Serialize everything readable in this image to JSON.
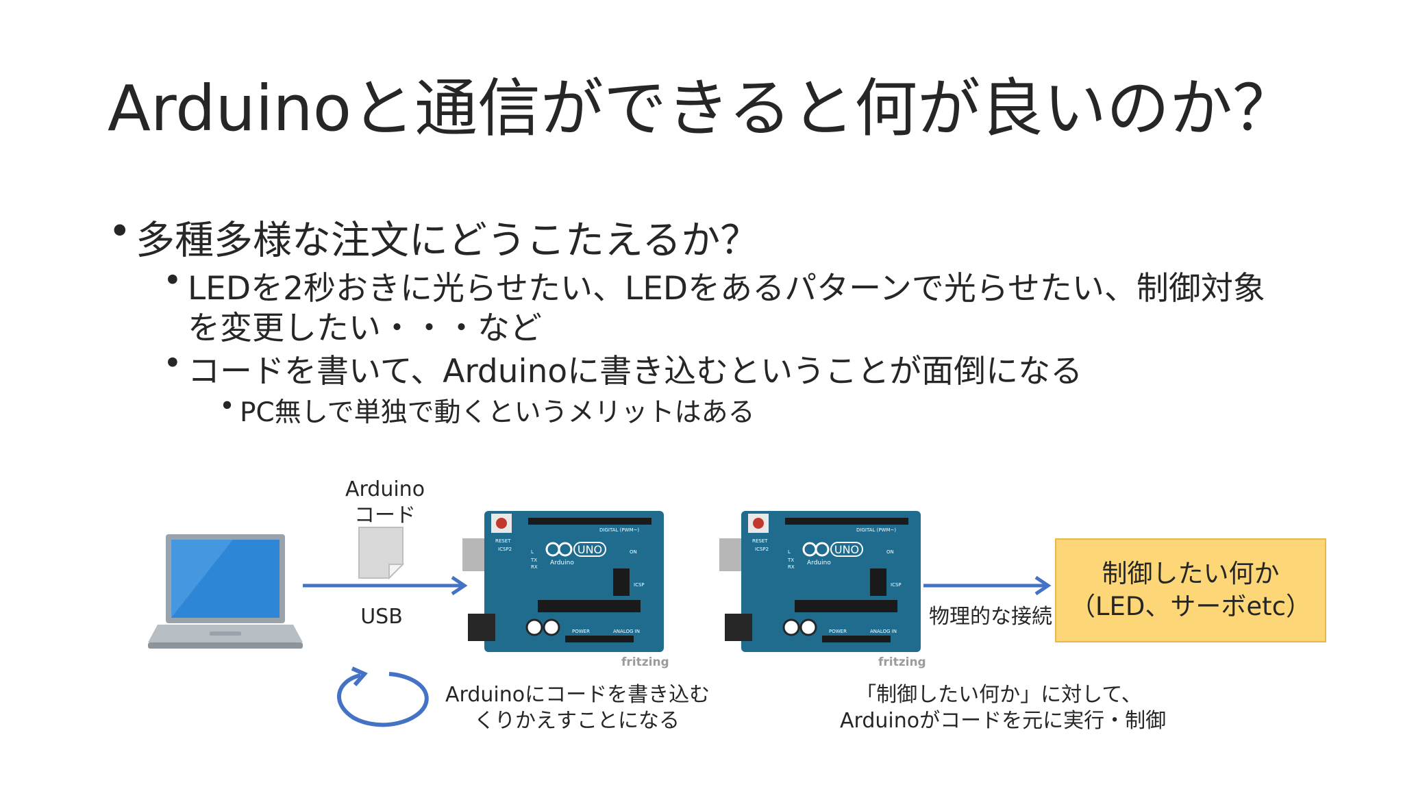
{
  "title": "Arduinoと通信ができると何が良いのか？",
  "bullets": {
    "l1": "多種多様な注文にどうこたえるか？",
    "l2a": "LEDを2秒おきに光らせたい、LEDをあるパターンで光らせたい、制御対象",
    "l2b": "を変更したい・・・など",
    "l3": "コードを書いて、Arduinoに書き込むということが面倒になる",
    "l4": "PC無しで単独で動くというメリットはある",
    "dot": "•"
  },
  "diagram": {
    "code_label_1": "Arduino",
    "code_label_2": "コード",
    "usb_label": "USB",
    "physical_label": "物理的な接続",
    "target_line1": "制御したい何か",
    "target_line2": "（LED、サーボetc）",
    "loop_caption_1": "Arduinoにコードを書き込む",
    "loop_caption_2": "くりかえすことになる",
    "control_caption_1": "「制御したい何か」に対して、",
    "control_caption_2": "Arduinoがコードを元に実行・制御",
    "board_brand": "UNO",
    "board_text": "Arduino",
    "board_reset": "RESET",
    "board_icsp": "ICSP2",
    "board_digital": "DIGITAL (PWM~)",
    "board_power": "POWER",
    "board_analog": "ANALOG IN",
    "board_fritzing": "fritzing",
    "board_on": "ON",
    "board_tx": "TX",
    "board_rx": "RX",
    "board_l": "L",
    "board_icsp_right": "ICSP"
  },
  "colors": {
    "board_blue": "#1f6c8f",
    "arrow_blue": "#4472c4",
    "target_fill": "#fcd677",
    "laptop_screen": "#2e86d6"
  }
}
